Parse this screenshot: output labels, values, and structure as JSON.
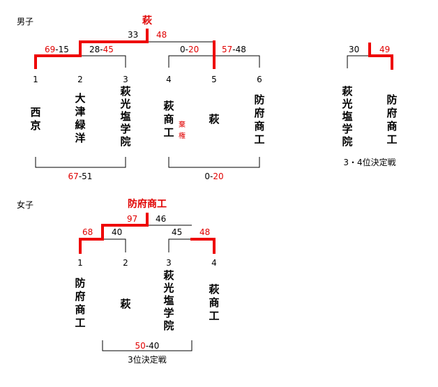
{
  "boys": {
    "section_label": "男子",
    "champion": "萩",
    "final": {
      "left": "33",
      "right": "48"
    },
    "sf_left": {
      "left": "69",
      "dash": "-",
      "right": "15"
    },
    "sf_left2": {
      "left": "28",
      "dash": "-",
      "right": "45"
    },
    "sf_right": {
      "left": "0",
      "dash": "-",
      "right": "20"
    },
    "sf_right2": {
      "left": "57",
      "dash": "-",
      "right": "48"
    },
    "seeds": [
      "1",
      "2",
      "3",
      "4",
      "5",
      "6"
    ],
    "teams": [
      "西京",
      "大津緑洋",
      "萩光塩学院",
      "萩商工",
      "萩",
      "防府商工"
    ],
    "forfeit_note": "棄権",
    "consolation_left": {
      "left": "67",
      "dash": "-",
      "right": "51"
    },
    "consolation_right": {
      "left": "0",
      "dash": "-",
      "right": "20"
    }
  },
  "third_place": {
    "score_left": "30",
    "score_right": "49",
    "teams": [
      "萩光塩学院",
      "防府商工"
    ],
    "label": "3・4位決定戦"
  },
  "girls": {
    "section_label": "女子",
    "champion": "防府商工",
    "final": {
      "left": "97",
      "right": "46"
    },
    "sf_left": {
      "left": "68",
      "right": "40"
    },
    "sf_right": {
      "left": "45",
      "right": "48"
    },
    "seeds": [
      "1",
      "2",
      "3",
      "4"
    ],
    "teams": [
      "防府商工",
      "萩",
      "萩光塩学院",
      "萩商工"
    ],
    "consolation": {
      "left": "50",
      "dash": "-",
      "right": "40"
    },
    "consolation_label": "3位決定戦"
  }
}
